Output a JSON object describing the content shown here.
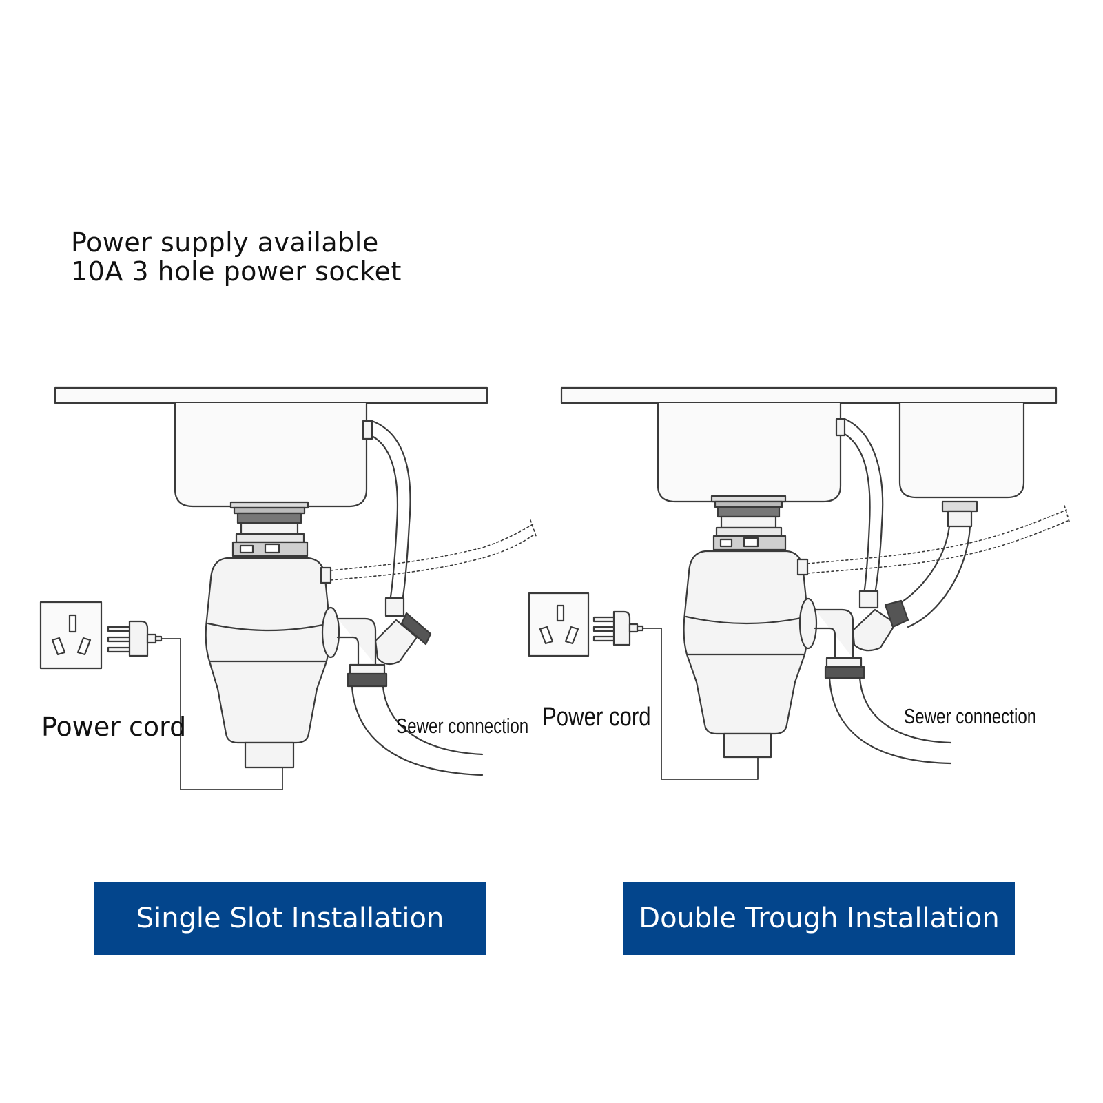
{
  "heading": {
    "line1": "Power supply available",
    "line2": "10A 3 hole power socket"
  },
  "single": {
    "power_cord_label": "Power cord",
    "sewer_label": "Sewer connection",
    "banner": "Single Slot Installation"
  },
  "double": {
    "power_cord_label": "Power cord",
    "sewer_label": "Sewer connection",
    "banner": "Double Trough Installation"
  },
  "colors": {
    "banner_bg": "#03458c",
    "banner_text": "#ffffff",
    "line": "#3a3a3a",
    "fill": "#f4f4f4"
  }
}
